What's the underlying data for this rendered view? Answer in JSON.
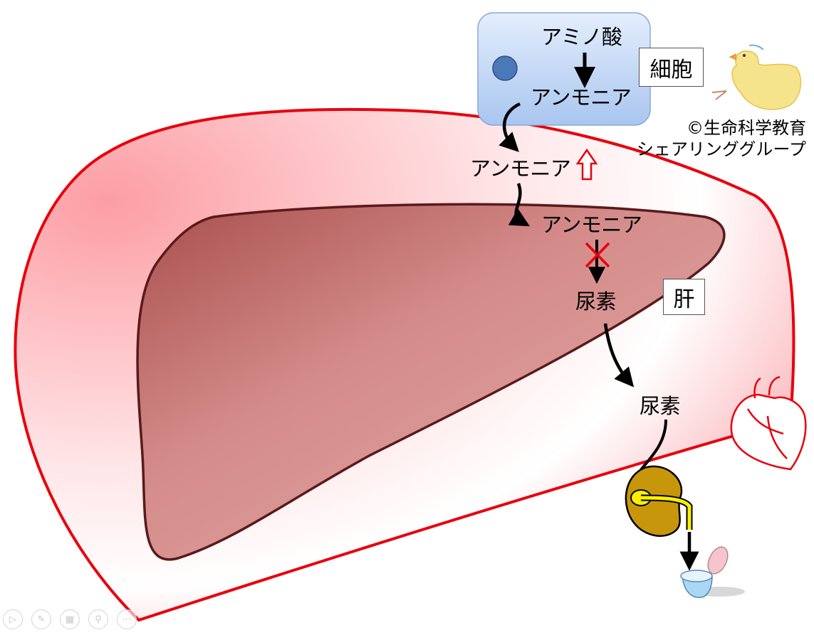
{
  "labels": {
    "amino_acid": "アミノ酸",
    "ammonia_cell": "アンモニア",
    "ammonia_blood": "アンモニア",
    "ammonia_liver": "アンモニア",
    "urea_liver": "尿素",
    "urea_blood": "尿素",
    "cell_box": "細胞",
    "liver_box": "肝"
  },
  "credit": {
    "line1": "©生命科学教育",
    "line2": "シェアリンググループ"
  },
  "colors": {
    "body_outline": "#e8000c",
    "body_fill": "#fbb9bd",
    "liver_fill": "#c4706d",
    "liver_outline": "#5a1a1a",
    "cell_fill": "#bcd4f4",
    "nucleus": "#4a78b8",
    "kidney": "#c8960a",
    "ureter": "#f8f000"
  },
  "toolbar": {
    "buttons": [
      "play-icon",
      "pen-icon",
      "slides-icon",
      "zoom-icon",
      "more-icon"
    ]
  }
}
